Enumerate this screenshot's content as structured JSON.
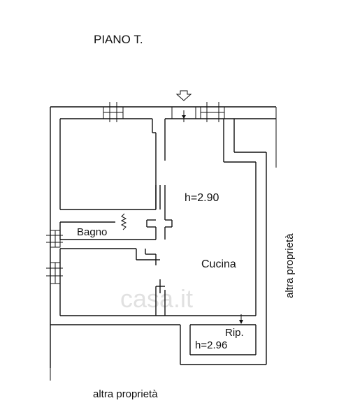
{
  "title": "PIANO T.",
  "rooms": {
    "bagno": "Bagno",
    "cucina": "Cucina",
    "ripostiglio": "Rip."
  },
  "heights": {
    "main": "h=2.90",
    "ripostiglio": "h=2.96"
  },
  "neighbors": {
    "right": "altra proprietà",
    "bottom": "altra proprietà"
  },
  "watermark": "casa.it"
}
